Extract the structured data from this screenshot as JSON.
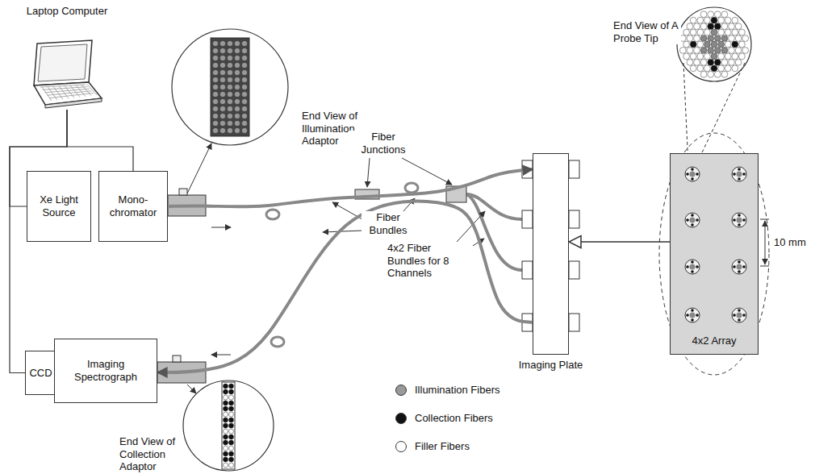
{
  "diagram": {
    "nodes": [
      {
        "text": [
          "Laptop Computer"
        ]
      },
      {
        "text": [
          "Xe Light Source"
        ]
      },
      {
        "text": [
          "Mono- chromator"
        ]
      },
      {
        "text": [
          "CCD"
        ]
      },
      {
        "text": [
          "Imaging Spectrograph"
        ]
      },
      {
        "text": [
          "Imaging Plate"
        ]
      },
      {
        "text": [
          "4x2 Array"
        ]
      }
    ],
    "edges": [
      {
        "from": 0,
        "to": 2,
        "arrow": "none"
      },
      {
        "from": 0,
        "to": 1,
        "arrow": "none"
      },
      {
        "from": 0,
        "to": 3,
        "arrow": "none"
      },
      {
        "from": 2,
        "to": 5,
        "arrow": "to"
      },
      {
        "from": 5,
        "to": 4,
        "arrow": "to"
      },
      {
        "from": 6,
        "to": 5,
        "arrow": "to"
      }
    ],
    "labels": [
      "End View of Illumination Adaptor",
      "End View of Collection Adaptor",
      "End View of A Probe Tip",
      "Fiber Junctions",
      "Fiber Bundles",
      "4x2 Fiber Bundles for 8 Channels",
      "10 mm"
    ],
    "legend": [
      {
        "text": "Illumination Fibers",
        "color": "#999999"
      },
      {
        "text": "Collection Fibers",
        "color": "#111111"
      },
      {
        "text": "Filler Fibers",
        "color": "#ffffff"
      }
    ]
  }
}
